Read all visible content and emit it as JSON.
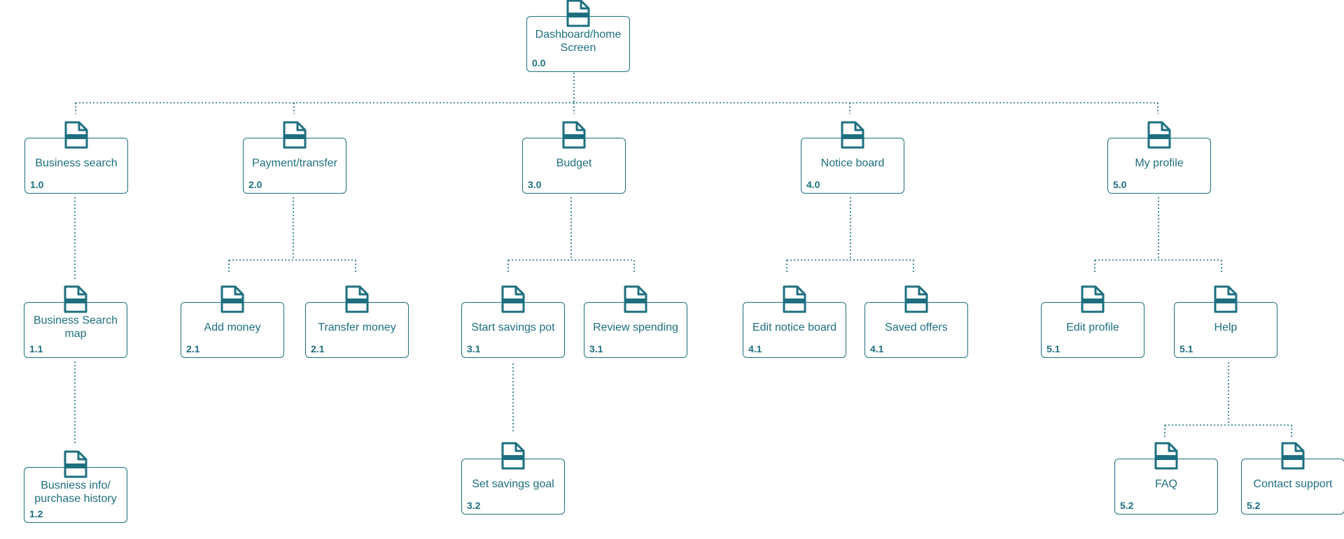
{
  "diagram": {
    "type": "sitemap",
    "color": "#1d6f80",
    "nodes": [
      {
        "key": "dashboard",
        "title": "Dashboard/home Screen",
        "id": "0.0",
        "parent": null
      },
      {
        "key": "business-search",
        "title": "Business search",
        "id": "1.0",
        "parent": "dashboard"
      },
      {
        "key": "payment-transfer",
        "title": "Payment/transfer",
        "id": "2.0",
        "parent": "dashboard"
      },
      {
        "key": "budget",
        "title": "Budget",
        "id": "3.0",
        "parent": "dashboard"
      },
      {
        "key": "notice-board",
        "title": "Notice board",
        "id": "4.0",
        "parent": "dashboard"
      },
      {
        "key": "my-profile",
        "title": "My profile",
        "id": "5.0",
        "parent": "dashboard"
      },
      {
        "key": "business-search-map",
        "title": "Business Search map",
        "id": "1.1",
        "parent": "business-search"
      },
      {
        "key": "business-info",
        "title": "Busniess info/ purchase history",
        "id": "1.2",
        "parent": "business-search-map"
      },
      {
        "key": "add-money",
        "title": "Add money",
        "id": "2.1",
        "parent": "payment-transfer"
      },
      {
        "key": "transfer-money",
        "title": "Transfer money",
        "id": "2.1",
        "parent": "payment-transfer"
      },
      {
        "key": "start-savings-pot",
        "title": "Start savings pot",
        "id": "3.1",
        "parent": "budget"
      },
      {
        "key": "review-spending",
        "title": "Review spending",
        "id": "3.1",
        "parent": "budget"
      },
      {
        "key": "set-savings-goal",
        "title": "Set savings goal",
        "id": "3.2",
        "parent": "start-savings-pot"
      },
      {
        "key": "edit-notice-board",
        "title": "Edit notice board",
        "id": "4.1",
        "parent": "notice-board"
      },
      {
        "key": "saved-offers",
        "title": "Saved offers",
        "id": "4.1",
        "parent": "notice-board"
      },
      {
        "key": "edit-profile",
        "title": "Edit profile",
        "id": "5.1",
        "parent": "my-profile"
      },
      {
        "key": "help",
        "title": "Help",
        "id": "5.1",
        "parent": "my-profile"
      },
      {
        "key": "faq",
        "title": "FAQ",
        "id": "5.2",
        "parent": "help"
      },
      {
        "key": "contact-support",
        "title": "Contact support",
        "id": "5.2",
        "parent": "help"
      }
    ]
  }
}
